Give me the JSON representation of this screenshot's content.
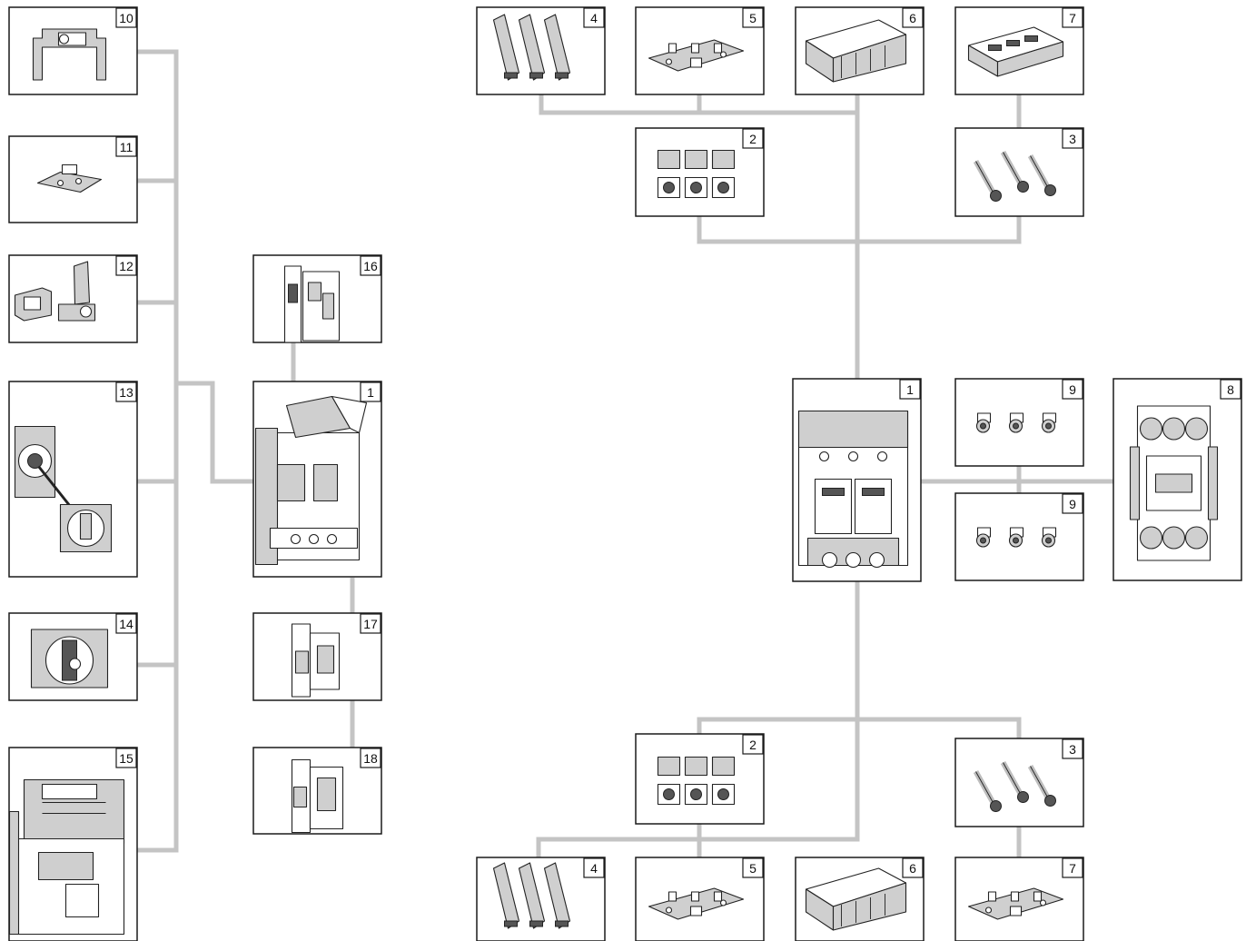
{
  "colors": {
    "connector": "#c4c4c4",
    "frame": "#1a1a1a",
    "background": "#ffffff"
  },
  "components": [
    {
      "key": "c10",
      "number": "10",
      "icon": "padlock-bracket-icon"
    },
    {
      "key": "c11",
      "number": "11",
      "icon": "locking-plate-icon"
    },
    {
      "key": "c12",
      "number": "12",
      "icon": "toggle-lock-icon"
    },
    {
      "key": "c13",
      "number": "13",
      "icon": "extended-rotary-handle-icon"
    },
    {
      "key": "c14",
      "number": "14",
      "icon": "rotary-handle-icon"
    },
    {
      "key": "c15",
      "number": "15",
      "icon": "motor-mechanism-icon"
    },
    {
      "key": "c16",
      "number": "16",
      "icon": "auxiliary-contact-icon"
    },
    {
      "key": "c1l",
      "number": "1",
      "icon": "breaker-open-cover-icon"
    },
    {
      "key": "c17",
      "number": "17",
      "icon": "shunt-release-icon"
    },
    {
      "key": "c18",
      "number": "18",
      "icon": "undervoltage-release-icon"
    },
    {
      "key": "t4",
      "number": "4",
      "icon": "phase-barriers-icon"
    },
    {
      "key": "t5",
      "number": "5",
      "icon": "terminal-shield-short-icon"
    },
    {
      "key": "t6",
      "number": "6",
      "icon": "terminal-shield-long-icon"
    },
    {
      "key": "t7",
      "number": "7",
      "icon": "terminal-shield-vented-icon"
    },
    {
      "key": "t2",
      "number": "2",
      "icon": "cable-connectors-icon"
    },
    {
      "key": "t3",
      "number": "3",
      "icon": "cable-lugs-icon"
    },
    {
      "key": "m1",
      "number": "1",
      "icon": "circuit-breaker-front-icon"
    },
    {
      "key": "m9a",
      "number": "9",
      "icon": "rear-studs-icon"
    },
    {
      "key": "m9b",
      "number": "9",
      "icon": "rear-studs-icon"
    },
    {
      "key": "m8",
      "number": "8",
      "icon": "plug-in-base-icon"
    },
    {
      "key": "b2",
      "number": "2",
      "icon": "cable-connectors-icon"
    },
    {
      "key": "b3",
      "number": "3",
      "icon": "cable-lugs-icon"
    },
    {
      "key": "b4",
      "number": "4",
      "icon": "phase-barriers-icon"
    },
    {
      "key": "b5",
      "number": "5",
      "icon": "terminal-shield-short-icon"
    },
    {
      "key": "b6",
      "number": "6",
      "icon": "terminal-shield-long-icon"
    },
    {
      "key": "b7",
      "number": "7",
      "icon": "terminal-shield-short-icon"
    }
  ]
}
